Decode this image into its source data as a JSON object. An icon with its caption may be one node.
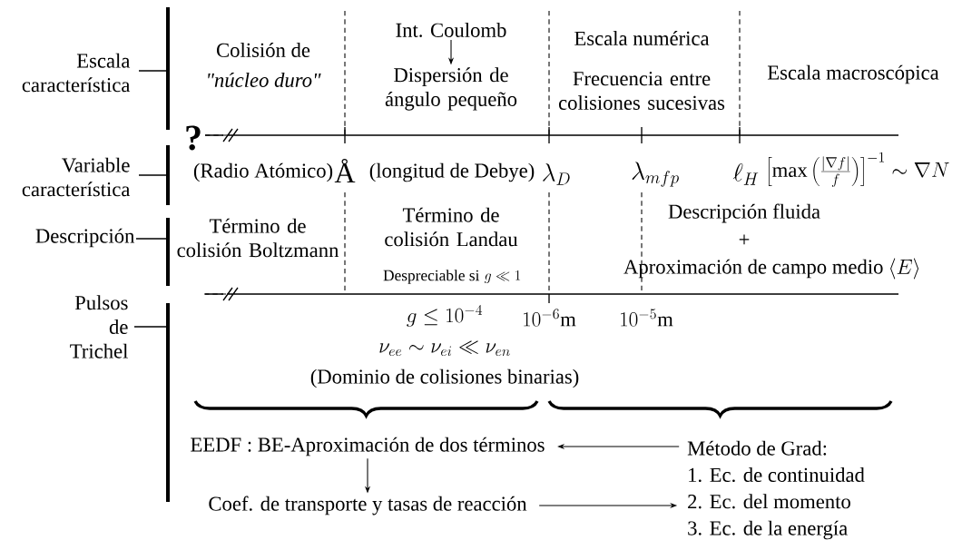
{
  "diagram": {
    "nodes": [
      {
        "text": [
          "Int. Coulomb"
        ]
      },
      {
        "text": [
          "Dispersión de ángulo pequeño"
        ]
      },
      {
        "text": [
          "EEDF : BE-Aproximación de dos términos"
        ]
      },
      {
        "text": [
          "Coef. de transporte y tasas de reacción"
        ]
      },
      {
        "text": [
          "Método de Grad:",
          "1. Ec. de continuidad",
          "2. Ec. del momento",
          "3. Ec. de la energía"
        ]
      }
    ],
    "edges": [
      {
        "from": 0,
        "to": 1,
        "arrow": "to"
      },
      {
        "from": 4,
        "to": 2,
        "arrow": "to"
      },
      {
        "from": 2,
        "to": 3,
        "arrow": "to"
      },
      {
        "from": 3,
        "to": 4,
        "arrow": "to"
      }
    ],
    "labels": [
      "Escala característica",
      "Colisión de",
      "\"núcleo duro\"",
      "Escala numérica",
      "Frecuencia entre colisiones sucesivas",
      "Escala macroscópica",
      "?",
      "Variable característica",
      "(Radio Atómico)",
      "Å",
      "(longitud de Debye)",
      "\\lambda_D",
      "\\lambda_{mfp}",
      "\\ell_H",
      "\\left[\\max\\left(\\frac{|\\nabla f|}{f}\\right)\\right]^{-1} \\sim \\nabla N",
      "Descripción",
      "Término de colisión Boltzmann",
      "Término de colisión Landau",
      "Despreciable si",
      "g \\ll 1",
      "Descripción fluida",
      "+",
      "Aproximación de campo medio",
      "\\langle E\\rangle",
      "Pulsos de Trichel",
      "g \\leq 10^{-4}",
      "10^{-6}\\mathrm{m}",
      "10^{-5}\\mathrm{m}",
      "\\nu_{ee} \\sim \\nu_{ei} \\ll \\nu_{en}",
      "(Dominio de colisiones binarias)"
    ]
  }
}
